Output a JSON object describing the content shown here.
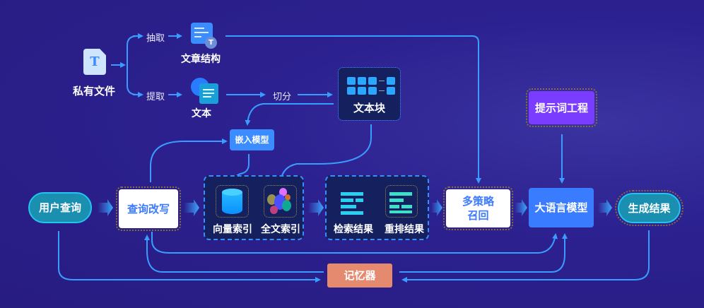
{
  "source": {
    "label": "私有文件",
    "icon": "text-file-icon"
  },
  "branches": {
    "extract_structure": "抽取",
    "extract_text": "提取",
    "split": "切分"
  },
  "article_structure": {
    "label": "文章结构",
    "icon": "document-structure-icon"
  },
  "text": {
    "label": "文本",
    "icon": "text-document-icon"
  },
  "text_chunks": {
    "label": "文本块",
    "icon": "grid-blocks-icon"
  },
  "embedding_model": {
    "label": "嵌入模型"
  },
  "user_query": {
    "label": "用户查询"
  },
  "query_rewrite": {
    "label": "查询改写"
  },
  "index_group": {
    "vector_index": "向量索引",
    "fulltext_index": "全文索引"
  },
  "result_group": {
    "search_results": "检索结果",
    "rerank_results": "重排结果"
  },
  "multi_recall": {
    "line1": "多策略",
    "line2": "召回"
  },
  "prompt_engineering": {
    "label": "提示词工程"
  },
  "llm": {
    "label": "大语言模型"
  },
  "output": {
    "label": "生成结果"
  },
  "memory": {
    "label": "记忆器"
  },
  "colors": {
    "background": "#2a1f85",
    "line": "#3a8cff",
    "llm": "#3a7cff",
    "prompt": "#7a3cff",
    "memory": "#e58a6e",
    "pill": "#1a8fb0"
  }
}
